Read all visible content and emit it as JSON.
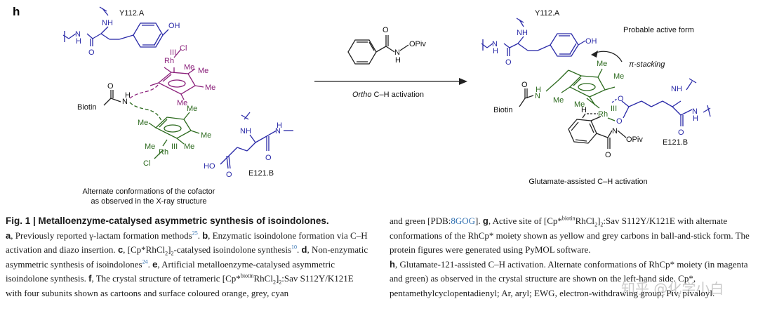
{
  "scheme": {
    "panel_letter": "h",
    "left": {
      "residue_label": "Y112.A",
      "oh": "OH",
      "nh_top1": "N",
      "nh_top1_h": "H",
      "nh_top2": "NH",
      "o_top": "O",
      "rh_top": "Rh",
      "rh_top_ox": "III",
      "cl_top": "Cl",
      "me": "Me",
      "biotin": "Biotin",
      "n_link": "N",
      "n_link_h": "H",
      "o_link": "O",
      "rh_bot": "Rh",
      "rh_bot_ox": "III",
      "cl_bot": "Cl",
      "nh_mid": "NH",
      "nh_right": "N",
      "nh_right_h": "H",
      "ho": "HO",
      "o1": "O",
      "o2": "O",
      "glu_label": "E121.B",
      "caption_line1": "Alternate conformations of the cofactor",
      "caption_line2": "as observed in the X-ray structure"
    },
    "arrow": {
      "reagent_o": "O",
      "reagent_n": "N",
      "reagent_h": "H",
      "reagent_opiv": "OPiv",
      "label_italic": "Ortho",
      "label_rest": " C–H activation"
    },
    "right": {
      "residue_label": "Y112.A",
      "active_form": "Probable active form",
      "pi_stacking": "π-stacking",
      "oh": "OH",
      "nh1": "N",
      "nh1_h": "H",
      "nh2": "NH",
      "o_top": "O",
      "me": "Me",
      "biotin": "Biotin",
      "n_link": "N",
      "n_link_h": "H",
      "o_link": "O",
      "h_atom": "H",
      "rh": "Rh",
      "rh_ox": "III",
      "o_glu1": "O",
      "o_glu2": "O",
      "nh_glu": "NH",
      "n_glu2": "N",
      "n_glu2_h": "H",
      "o_glu3": "O",
      "n_amide": "N",
      "opiv": "OPiv",
      "o_amide": "O",
      "glu_label": "E121.B",
      "caption": "Glutamate-assisted C–H activation"
    }
  },
  "caption": {
    "title": "Fig. 1 | Metalloenzyme-catalysed asymmetric synthesis of isoindolones.",
    "a_label": "a",
    "a_text": ", Previously reported γ-lactam formation methods",
    "a_ref": "25",
    "b_label": "b",
    "b_text": ", Enzymatic isoindolone formation via C–H activation and diazo insertion.",
    "c_label": "c",
    "c_text_1": ", [Cp*RhCl",
    "c_sub1": "2",
    "c_text_2": "]",
    "c_sub2": "2",
    "c_text_3": "-catalysed isoindolone synthesis",
    "c_ref": "10",
    "d_label": "d",
    "d_text": ", Non-enzymatic asymmetric synthesis of isoindolones",
    "d_ref": "24",
    "e_label": "e",
    "e_text": ", Artificial metalloenzyme-catalysed asymmetric isoindolone synthesis.",
    "f_label": "f",
    "f_text_1": ", The crystal structure of tetrameric [Cp*",
    "f_sup": "biotin",
    "f_text_2": "RhCl",
    "f_sub1": "2",
    "f_text_3": "]",
    "f_sub2": "2",
    "f_text_4": ":Sav S112Y/K121E with four subunits shown as cartoons and surface coloured orange, grey, cyan",
    "r_text_1": "and green [PDB:",
    "pdb": "8GOG",
    "r_text_2": "].",
    "g_label": "g",
    "g_text_1": ", Active site of [Cp*",
    "g_sup": "biotin",
    "g_text_2": "RhCl",
    "g_sub1": "2",
    "g_text_3": "]",
    "g_sub2": "2",
    "g_text_4": ":Sav S112Y/K121E with alternate conformations of the RhCp* moiety shown as yellow and grey carbons in ball-and-stick form. The protein figures were generated using PyMOL software.",
    "h_label": "h",
    "h_text": ", Glutamate-121-assisted C–H activation. Alternate conformations of RhCp* moiety (in magenta and green) as observed in the crystal structure are shown on the left-hand side. Cp*, pentamethylcyclopentadienyl; Ar, aryl; EWG, electron-withdrawing group; Piv, pivaloyl."
  },
  "watermark": "知乎 @化学小白"
}
